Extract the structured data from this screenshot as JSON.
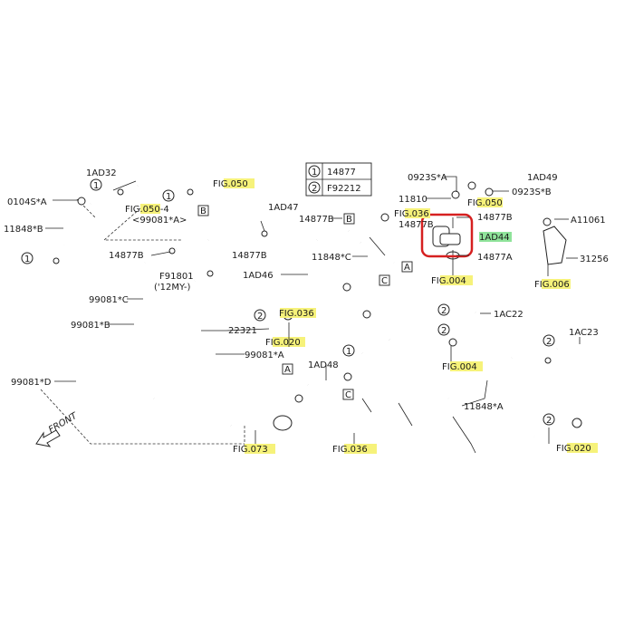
{
  "labels": {
    "l_1ad32": "1AD32",
    "l_0104s": "0104S*A",
    "l_fig050_4": "FIG.050-4",
    "l_99081a_paren": "<99081*A>",
    "l_11848b": "11848*B",
    "l_14877b_left": "14877B",
    "l_99081c": "99081*C",
    "l_99081b": "99081*B",
    "l_99081d": "99081*D",
    "l_fig050_top": "FIG.050",
    "l_1ad47": "1AD47",
    "l_14877b_mid": "14877B",
    "l_f91801": "F91801",
    "l_12my": "('12MY-)",
    "l_22321": "22321",
    "l_99081a": "99081*A",
    "l_fig073": "FIG.073",
    "l_front": "FRONT",
    "l_1ad46": "1AD46",
    "l_fig036_mid": "FIG.036",
    "l_fig020_mid": "FIG.020",
    "l_1ad48": "1AD48",
    "l_fig036_bot": "FIG.036",
    "l_14877b_c": "14877B",
    "l_11848c": "11848*C",
    "l_fig036_top": "FIG.036",
    "l_14877b_d": "14877B",
    "l_14877b_e": "14877B",
    "l_1ad44": "1AD44",
    "l_14877a": "14877A",
    "l_fig004_top": "FIG.004",
    "l_0923sa": "0923S*A",
    "l_1ad49": "1AD49",
    "l_0923sb": "0923S*B",
    "l_11810": "11810",
    "l_fig050_r": "FIG.050",
    "l_a11061": "A11061",
    "l_31256": "31256",
    "l_fig006": "FIG.006",
    "l_1ac22": "1AC22",
    "l_fig004_mid": "FIG.004",
    "l_11848a": "11848*A",
    "l_1ac23": "1AC23",
    "l_fig020_r": "FIG.020"
  },
  "legend": {
    "n1": "1",
    "p1": "14877",
    "n2": "2",
    "p2": "F92212"
  },
  "markers": {
    "circle1": "1",
    "circle2": "2",
    "boxA": "A",
    "boxB": "B",
    "boxC": "C"
  },
  "colors": {
    "highlight": "#f6f27a",
    "highlight_selected": "#8fe39a",
    "selection_box": "#d62020"
  }
}
